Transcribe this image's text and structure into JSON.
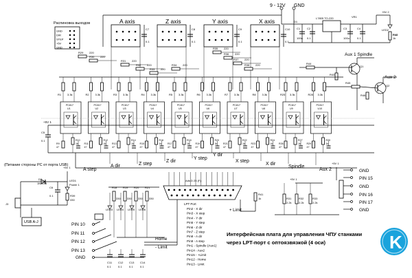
{
  "power": {
    "supply": "9 - 12V",
    "gnd": "GND",
    "regulator": "L7805 TO-220",
    "vcc": "+5V 2",
    "c1": "C1",
    "c1v": "100u",
    "c2": "C2",
    "c2v": "0.1",
    "c3": "C3",
    "c3v": "100u",
    "c4": "C4",
    "c4v": "0.1",
    "d1": "D1",
    "vr1": "VR1",
    "led2": "LED2",
    "r40": "R40",
    "r40v": "1k"
  },
  "header_box": {
    "title": "Распиновка выходов",
    "rows": [
      "GND",
      "DIR",
      "STEP",
      "+5V",
      "GND"
    ]
  },
  "axes": {
    "blocks": [
      {
        "label": "A axis",
        "cap": "C7",
        "capv": "0.1"
      },
      {
        "label": "Z axis",
        "cap": "C8",
        "capv": "0.1"
      },
      {
        "label": "Y axis",
        "cap": "C9",
        "capv": "0.1"
      },
      {
        "label": "X axis",
        "cap": "C10",
        "capv": "0.1"
      }
    ]
  },
  "spindle": {
    "aux1": "Aux 1 Spindle",
    "aux2": "Aux 2",
    "r43": "R43",
    "r44": "R44",
    "r45": "R45",
    "r46": "R46",
    "q1": "Q1",
    "q2": "Q2",
    "r42": "R42",
    "r42v": "2k"
  },
  "opto": {
    "channels": [
      {
        "r": "R1",
        "rv": "3.3k",
        "u": "U1",
        "pc": "PC817",
        "rp": "R9",
        "rpv": "47",
        "ra": "R10",
        "rav": "1k"
      },
      {
        "r": "R2",
        "rv": "3.3k",
        "u": "U2",
        "pc": "PC817",
        "rp": "R11",
        "rpv": "47",
        "ra": "R12",
        "rav": "1k"
      },
      {
        "r": "R3",
        "rv": "3.3k",
        "u": "U3",
        "pc": "PC817",
        "rp": "R13",
        "rpv": "47",
        "ra": "R14",
        "rav": "1k"
      },
      {
        "r": "R4",
        "rv": "3.3k",
        "u": "U4",
        "pc": "PC817",
        "rp": "R15",
        "rpv": "47",
        "ra": "R16",
        "rav": "1k"
      },
      {
        "r": "R5",
        "rv": "3.3k",
        "u": "U5",
        "pc": "PC817",
        "rp": "R17",
        "rpv": "47",
        "ra": "R18",
        "rav": "1k"
      },
      {
        "r": "R6",
        "rv": "3.3k",
        "u": "U6",
        "pc": "PC817",
        "rp": "R19",
        "rpv": "47",
        "ra": "R20",
        "rav": "1k"
      },
      {
        "r": "R7",
        "rv": "3.3k",
        "u": "U7",
        "pc": "PC817",
        "rp": "R21",
        "rpv": "47",
        "ra": "R22",
        "rav": "1k"
      },
      {
        "r": "R8",
        "rv": "3.3k",
        "u": "U8",
        "pc": "PC817",
        "rp": "R23",
        "rpv": "47",
        "ra": "R24",
        "rav": "1k"
      },
      {
        "r": "R25",
        "rv": "3.3k",
        "u": "U9",
        "pc": "PC817",
        "rp": "R26",
        "rpv": "47",
        "ra": "R27",
        "rav": "1k"
      },
      {
        "r": "R28",
        "rv": "3.3k",
        "u": "U10",
        "pc": "PC817",
        "rp": "R29",
        "rpv": "47",
        "ra": "R30",
        "rav": "1k"
      }
    ],
    "top_resistors": [
      "R29",
      "R30",
      "R31",
      "R32",
      "R33",
      "R34",
      "R35",
      "R36",
      "R37",
      "R38"
    ],
    "top_value": "220",
    "vcc_left": "+5V 1",
    "c_left": "C5",
    "c_leftv": "0.1"
  },
  "signals": {
    "a_step": "A step",
    "a_dir": "A dir",
    "z_step": "Z step",
    "z_dir": "Z dir",
    "y_step": "Y step",
    "y_dir": "Y dir",
    "x_step": "X step",
    "x_dir": "X dir",
    "spindle": "Spindle",
    "aux2": "Aux 2"
  },
  "usb": {
    "caption": "(Питание стороны PC от порта USB)",
    "connector": "USB A-J",
    "j3": "J3",
    "d2": "D2",
    "d2v": "1N4148",
    "led1": "LED1",
    "led1v": "Power 1",
    "r39": "R39",
    "r39v": "330",
    "cap": "C6",
    "capv": "0.1",
    "vcc": "+5V 1"
  },
  "inputs": {
    "leds": [
      "LED3",
      "LED4",
      "LED5",
      "LED6"
    ],
    "resistors": [
      "R18",
      "R19",
      "R20",
      "R21"
    ],
    "res_values": [
      "330",
      "330",
      "330",
      "330"
    ],
    "pins": [
      "PIN 10",
      "PIN 11",
      "PIN 12",
      "PIN 13"
    ],
    "gnd": "GND",
    "home": "Home",
    "limit": "- Limit",
    "caps": [
      "C11",
      "C12",
      "C13",
      "C14"
    ],
    "capv": "0.1"
  },
  "lpt": {
    "connector": "Аds D 25 (F)",
    "port": "LPT Port",
    "pinout": [
      "Pin2 - X dir",
      "Pin3 - X step",
      "Pin4 - Y dir",
      "Pin5 - Y step",
      "Pin6 - Z dir",
      "Pin7 - Z step",
      "Pin8 - A dir",
      "Pin9 - A step",
      "Pin1 - Spindle (Aux1)",
      "Pin14 - Aux2",
      "Pin15 - +Limit",
      "Pin12 - Home",
      "Pin13 - Limit"
    ],
    "plus_limit": "+ Limit",
    "r41": "R41",
    "r41v": "1k"
  },
  "right_inputs": {
    "vcc": "+5V 1",
    "labels": [
      "GND",
      "PIN 15",
      "GND",
      "PIN 16",
      "PIN 17",
      "GND"
    ],
    "resistors": [
      "R31",
      "R32",
      "R33"
    ],
    "res_values": [
      "2.2k",
      "2.2k",
      "2.2k"
    ]
  },
  "title": {
    "line1": "Интерфейсная плата для управления ЧПУ станками",
    "line2": "через LPT-порт с оптоязвязкой (4 оси)"
  },
  "logo": {
    "letter": "K",
    "bg": "#1aa3dc"
  }
}
